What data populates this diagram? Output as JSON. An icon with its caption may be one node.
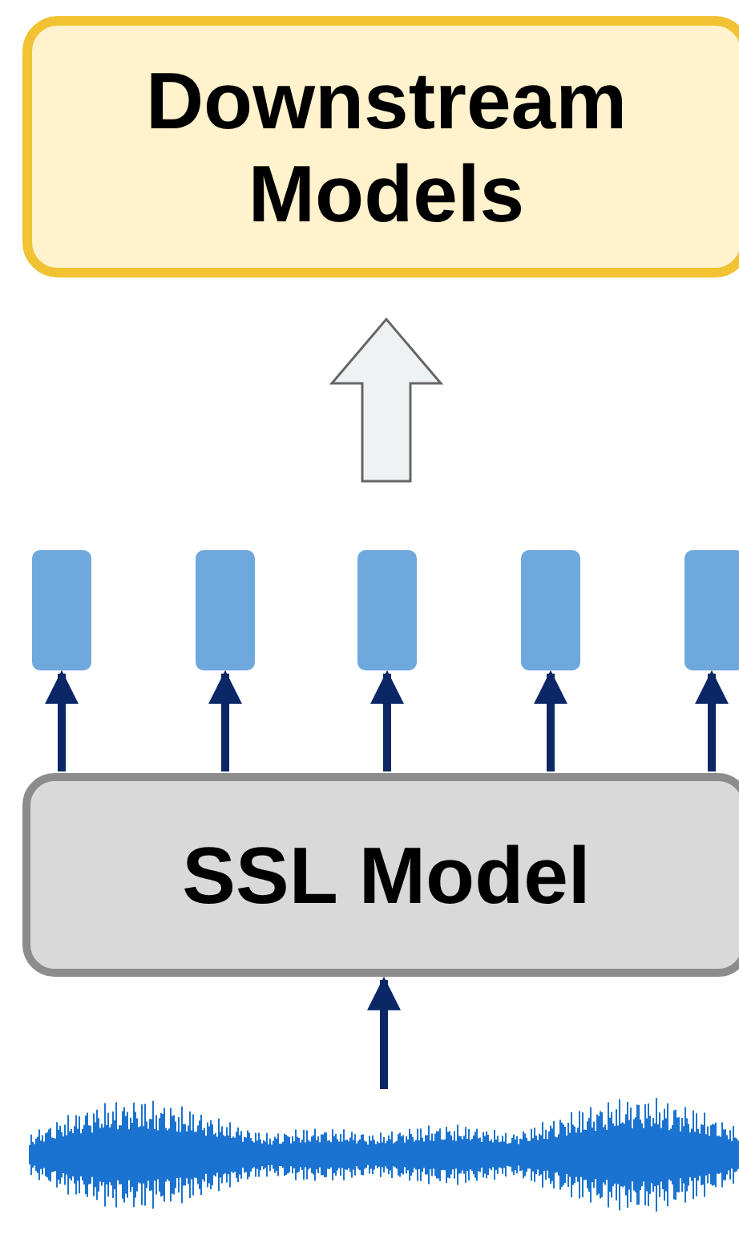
{
  "diagram": {
    "nodes": [
      {
        "text": [
          "Downstream Models"
        ]
      },
      {
        "text": [],
        "shape": "box"
      },
      {
        "text": [],
        "shape": "box"
      },
      {
        "text": [],
        "shape": "box"
      },
      {
        "text": [],
        "shape": "box"
      },
      {
        "text": [],
        "shape": "box"
      },
      {
        "text": [
          "SSL Model"
        ]
      },
      {
        "text": [],
        "shape": "picture"
      }
    ],
    "edges": [
      {
        "from": 6,
        "to": 1,
        "arrow": "to"
      },
      {
        "from": 6,
        "to": 2,
        "arrow": "to"
      },
      {
        "from": 6,
        "to": 3,
        "arrow": "to"
      },
      {
        "from": 6,
        "to": 4,
        "arrow": "to"
      },
      {
        "from": 6,
        "to": 5,
        "arrow": "to"
      },
      {
        "from": 7,
        "to": 6,
        "arrow": "to"
      },
      {
        "from": 3,
        "to": 0,
        "arrow": "to",
        "style": "thick",
        "color": "#eef2f3"
      }
    ]
  }
}
